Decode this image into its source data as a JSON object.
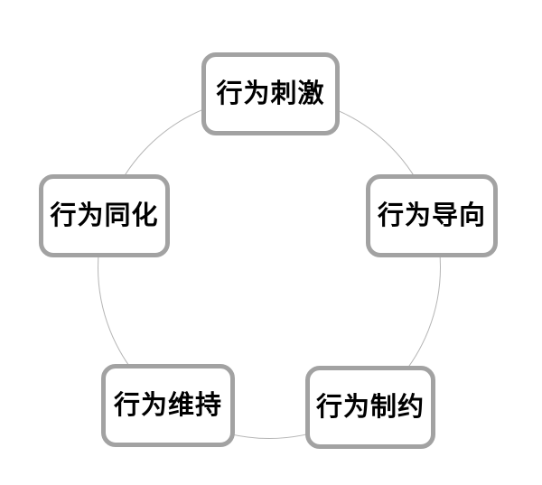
{
  "diagram": {
    "type": "cycle",
    "nodes": [
      {
        "id": "behavior-stimulus",
        "label": "行为刺激",
        "position": "top"
      },
      {
        "id": "behavior-orientation",
        "label": "行为导向",
        "position": "right"
      },
      {
        "id": "behavior-constraint",
        "label": "行为制约",
        "position": "bottom-right"
      },
      {
        "id": "behavior-maintenance",
        "label": "行为维持",
        "position": "bottom-left"
      },
      {
        "id": "behavior-assimilation",
        "label": "行为同化",
        "position": "left"
      }
    ],
    "colors": {
      "box_border": "#a2a2a2",
      "circle_stroke": "#b5b5b5",
      "text": "#000000",
      "background": "#ffffff"
    }
  }
}
